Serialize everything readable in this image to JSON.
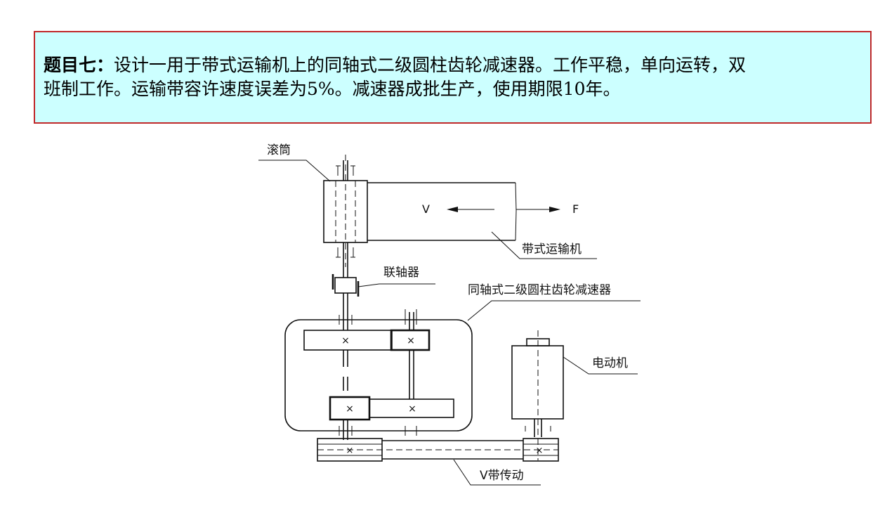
{
  "problem": {
    "lead": "题目七：",
    "line1": "设计一用于带式运输机上的同轴式二级圆柱齿轮减速器。工作平稳，单向运转，双",
    "line2": "班制工作。运输带容许速度误差为5%。减速器成批生产，使用期限10年。"
  },
  "diagram": {
    "label_drum": "滚筒",
    "label_v": "V",
    "label_f": "F",
    "label_conveyor": "带式运输机",
    "label_coupling": "联轴器",
    "label_reducer": "同轴式二级圆柱齿轮减速器",
    "label_motor": "电动机",
    "label_vbelt": "V带传动"
  }
}
